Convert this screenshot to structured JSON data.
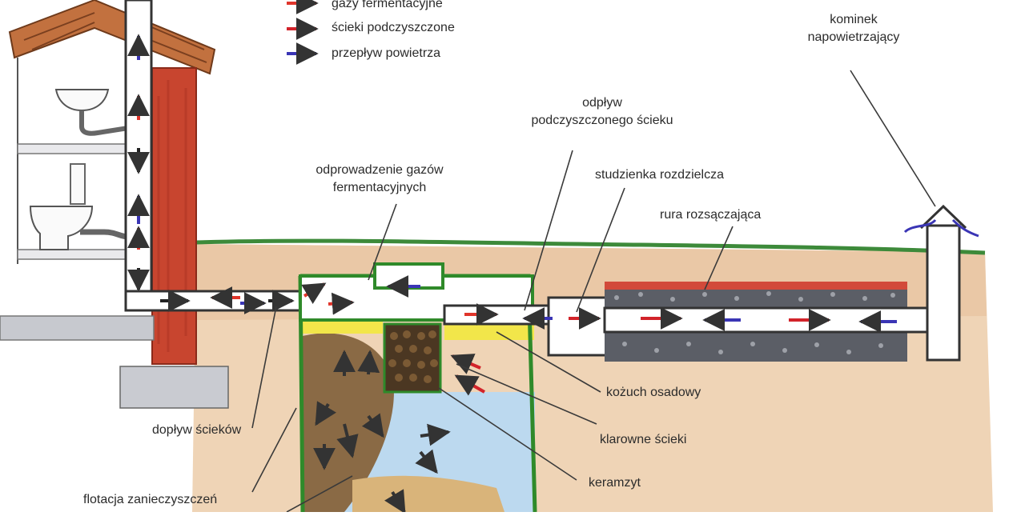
{
  "legend": {
    "items": [
      {
        "label": "gazy fermentacyjne",
        "color": "#e0352b"
      },
      {
        "label": "ścieki podczyszczone",
        "color": "#d2232a"
      },
      {
        "label": "przepływ powietrza",
        "color": "#3a35b5"
      }
    ]
  },
  "labels": {
    "kominek": [
      "kominek",
      "napowietrzający"
    ],
    "odplyw": [
      "odpływ",
      "podczyszczonego ścieku"
    ],
    "odprowadzenie": [
      "odprowadzenie gazów",
      "fermentacyjnych"
    ],
    "studzienka": "studzienka rozdzielcza",
    "rura": "rura rozsączająca",
    "kozuch": "kożuch osadowy",
    "klarowne": "klarowne ścieki",
    "keramzyt": "keramzyt",
    "doplyw": "dopływ ścieków",
    "flotacja": "flotacja zanieczyszczeń"
  },
  "colors": {
    "chimney": "#c8452f",
    "soil": "#efd3b4",
    "grass": "#3d8a3a",
    "tank_outline": "#2f8a2a",
    "scum": "#f2e64a",
    "sludge": "#8a6a45",
    "clear_water": "#b9d7ee",
    "gravel": "#5b5e66",
    "roof": "#c2713f"
  }
}
